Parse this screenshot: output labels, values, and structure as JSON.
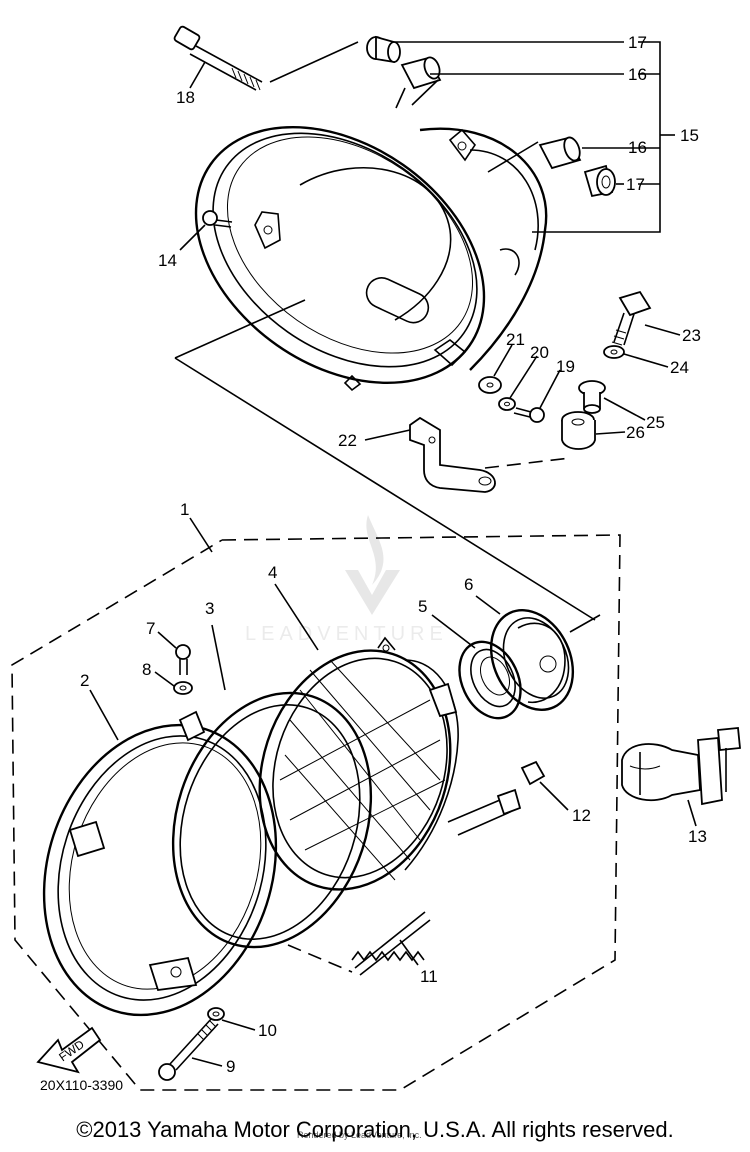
{
  "parts": {
    "p1": "1",
    "p2": "2",
    "p3": "3",
    "p4": "4",
    "p5": "5",
    "p6": "6",
    "p7": "7",
    "p8": "8",
    "p9": "9",
    "p10": "10",
    "p11": "11",
    "p12": "12",
    "p13": "13",
    "p14": "14",
    "p15": "15",
    "p16a": "16",
    "p16b": "16",
    "p17a": "17",
    "p17b": "17",
    "p18": "18",
    "p19": "19",
    "p20": "20",
    "p21": "21",
    "p22": "22",
    "p23": "23",
    "p24": "24",
    "p25": "25",
    "p26": "26"
  },
  "fwd_label": "FWD",
  "drawing_code": "20X110-3390",
  "watermark": "LEADVENTURE",
  "credit": "Rendered by LeadVenture, Inc.",
  "copyright": "©2013 Yamaha Motor Corporation, U.S.A. All rights reserved."
}
